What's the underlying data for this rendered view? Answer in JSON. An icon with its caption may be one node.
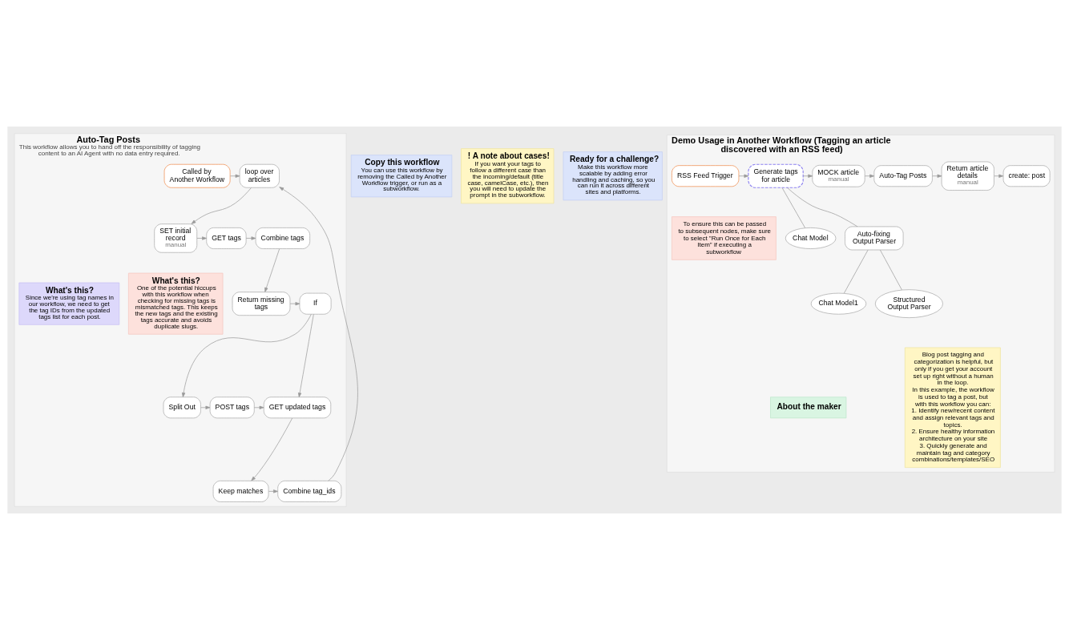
{
  "diagram": {
    "nodes": [
      {
        "text": [
          "Auto-Tag Posts",
          "This workflow allows you to hand off the responsibility of tagging content to an AI Agent with no data entry required."
        ]
      },
      {
        "text": [
          "Copy this workflow",
          "You can use this workflow by removing the Called by Another Workflow trigger, or run as a subworkflow."
        ]
      },
      {
        "text": [
          "Called by Another Workflow"
        ],
        "in": 0
      },
      {
        "text": [
          "loop over articles"
        ],
        "in": 0
      },
      {
        "text": [
          "SET initial record",
          "manual"
        ],
        "in": 0
      },
      {
        "text": [
          "GET tags"
        ],
        "in": 0
      },
      {
        "text": [
          "Combine tags"
        ],
        "in": 0
      },
      {
        "text": [
          "What's this?",
          "One of the potential hiccups with this workflow when checking for missing tags is mismatched tags. This keeps the new tags and the existing tags accurate and avoids duplicate slugs."
        ],
        "in": 0
      },
      {
        "text": [
          "Return missing tags"
        ],
        "in": 0
      },
      {
        "text": [
          "If"
        ],
        "in": 0
      },
      {
        "text": [
          "What's this?",
          "Since we're using tag names in our workflow, we need to get the tag IDs from the updated tags list for each post."
        ],
        "in": 0
      },
      {
        "text": [
          "Split Out"
        ],
        "in": 0
      },
      {
        "text": [
          "POST tags"
        ],
        "in": 0
      },
      {
        "text": [
          "GET updated tags"
        ],
        "in": 0
      },
      {
        "text": [
          "Keep matches"
        ],
        "in": 0
      },
      {
        "text": [
          "Combine tag_ids"
        ],
        "in": 0
      },
      {
        "text": [
          "! A note about cases!",
          "If you want your tags to follow a different case than the incoming/default (title case, camelCase, etc.), then you will need to update the prompt in the subworkflow."
        ]
      },
      {
        "text": [
          "Ready for a challenge?",
          "Make this workflow more scalable by adding error handling and caching, so you can run it across different sites and platforms."
        ]
      },
      {
        "text": [
          "Demo Usage in Another Workflow (Tagging an article discovered with an RSS feed)"
        ]
      },
      {
        "text": [
          "RSS Feed Trigger"
        ],
        "in": 18
      },
      {
        "text": [
          "Generate tags for article"
        ],
        "in": 18
      },
      {
        "text": [
          "MOCK article",
          "manual"
        ],
        "in": 18
      },
      {
        "text": [
          "Auto-Tag Posts"
        ],
        "in": 18
      },
      {
        "text": [
          "Return article details",
          "manual"
        ],
        "in": 18
      },
      {
        "text": [
          "create: post"
        ],
        "in": 18
      },
      {
        "text": [
          "Chat Model"
        ],
        "in": 18
      },
      {
        "text": [
          "Auto-fixing Output Parser"
        ],
        "in": 18
      },
      {
        "text": [
          "To ensure this can be passed to subsequent nodes, make sure to select \"Run Once for Each Item\" if executing a subworkflow"
        ],
        "in": 18
      },
      {
        "text": [
          "Chat Model1"
        ],
        "in": 18
      },
      {
        "text": [
          "Structured Output Parser"
        ],
        "in": 18
      },
      {
        "text": [
          "Blog post tagging and categorization is helpful, but only if you get your account set up right without a human in the loop.",
          "In this example, the workflow is used to tag a post, but with this workflow you can:",
          "1. Identify new/recent content and assign relevant tags and topics.",
          "2. Ensure healthy information architecture on your site",
          "3. Quickly generate and maintain tag and category combinations/templates/SEO"
        ],
        "in": 18
      },
      {
        "text": [
          "About the maker"
        ],
        "in": 18
      }
    ],
    "edges": [
      {
        "from": 2,
        "to": 3,
        "arrow": "to"
      },
      {
        "from": 3,
        "to": 4,
        "arrow": "to"
      },
      {
        "from": 4,
        "to": 5,
        "arrow": "to"
      },
      {
        "from": 5,
        "to": 6,
        "arrow": "to"
      },
      {
        "from": 6,
        "to": 8,
        "arrow": "to"
      },
      {
        "from": 8,
        "to": 9,
        "arrow": "to"
      },
      {
        "from": 9,
        "to": 11,
        "arrow": "to"
      },
      {
        "from": 9,
        "to": 13,
        "arrow": "to"
      },
      {
        "from": 11,
        "to": 12,
        "arrow": "to"
      },
      {
        "from": 12,
        "to": 13,
        "arrow": "to"
      },
      {
        "from": 13,
        "to": 14,
        "arrow": "to"
      },
      {
        "from": 14,
        "to": 15,
        "arrow": "to"
      },
      {
        "from": 15,
        "to": 3,
        "arrow": "to"
      },
      {
        "from": 19,
        "to": 20,
        "arrow": "to"
      },
      {
        "from": 20,
        "to": 21,
        "arrow": "to"
      },
      {
        "from": 20,
        "to": 25,
        "arrow": "none"
      },
      {
        "from": 20,
        "to": 26,
        "arrow": "none"
      },
      {
        "from": 26,
        "to": 28,
        "arrow": "none"
      },
      {
        "from": 26,
        "to": 29,
        "arrow": "none"
      },
      {
        "from": 21,
        "to": 22,
        "arrow": "to"
      },
      {
        "from": 22,
        "to": 23,
        "arrow": "to"
      },
      {
        "from": 23,
        "to": 24,
        "arrow": "to"
      }
    ]
  }
}
